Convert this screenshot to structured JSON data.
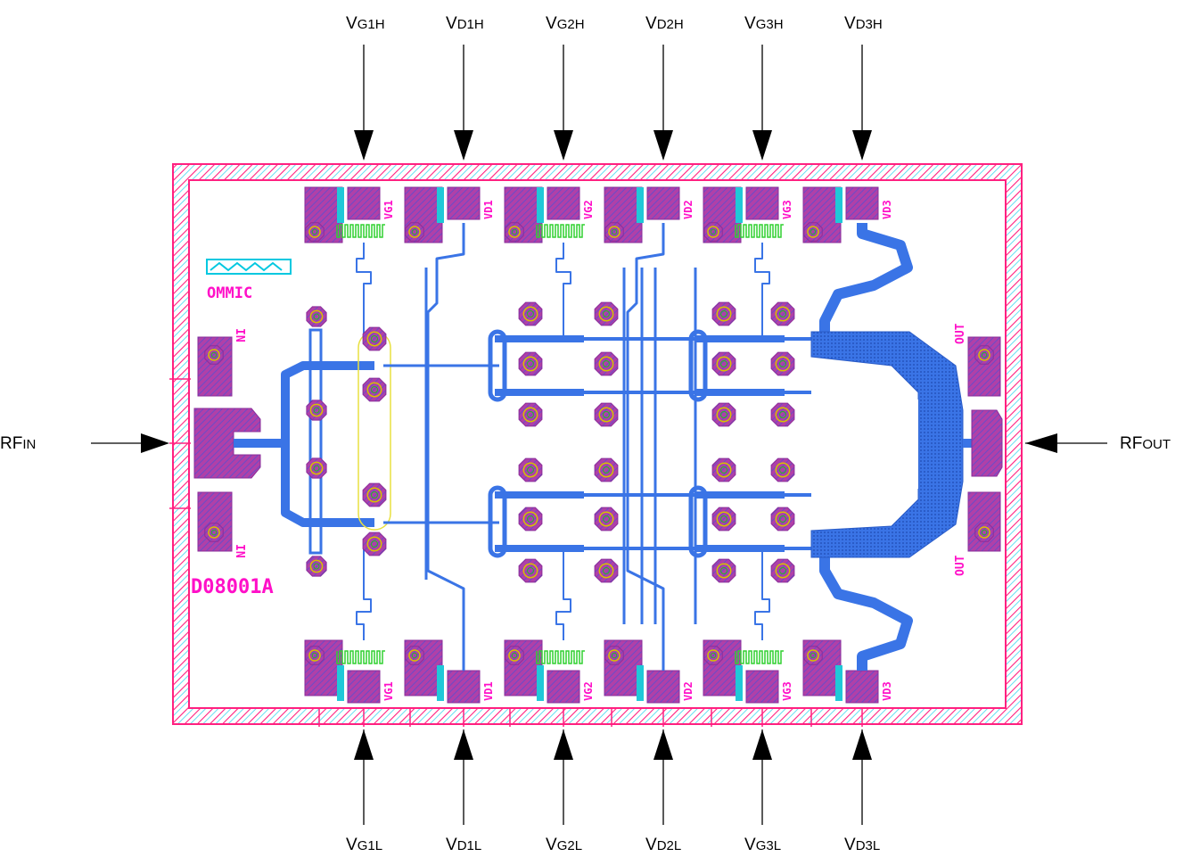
{
  "top_pins": [
    {
      "main": "V",
      "sub": "G1H"
    },
    {
      "main": "V",
      "sub": "D1H"
    },
    {
      "main": "V",
      "sub": "G2H"
    },
    {
      "main": "V",
      "sub": "D2H"
    },
    {
      "main": "V",
      "sub": "G3H"
    },
    {
      "main": "V",
      "sub": "D3H"
    }
  ],
  "bottom_pins": [
    {
      "main": "V",
      "sub": "G1L"
    },
    {
      "main": "V",
      "sub": "D1L"
    },
    {
      "main": "V",
      "sub": "G2L"
    },
    {
      "main": "V",
      "sub": "D2L"
    },
    {
      "main": "V",
      "sub": "G3L"
    },
    {
      "main": "V",
      "sub": "D3L"
    }
  ],
  "rf_in": {
    "main": "RF",
    "sub": "IN"
  },
  "rf_out": {
    "main": "RF",
    "sub": "OUT"
  },
  "chip": {
    "logo_text": "OMMIC",
    "part_number": "D08001A",
    "pad_labels_top": [
      "VG1",
      "VD1",
      "VG2",
      "VD2",
      "VG3",
      "VD3"
    ],
    "pad_labels_bottom": [
      "VG1",
      "VD1",
      "VG2",
      "VD2",
      "VG3",
      "VD3"
    ],
    "in_label_top": "IN",
    "in_label_bottom": "IN",
    "out_label_top": "OUT",
    "out_label_bottom": "OUT"
  },
  "colors": {
    "border": "#ff2080",
    "metal": "#2f6ee0",
    "pad": "#c040a0",
    "via_ring": "#d8c000",
    "cyan": "#00c8e0",
    "green": "#30d030",
    "magenta_text": "#ff10c8"
  }
}
